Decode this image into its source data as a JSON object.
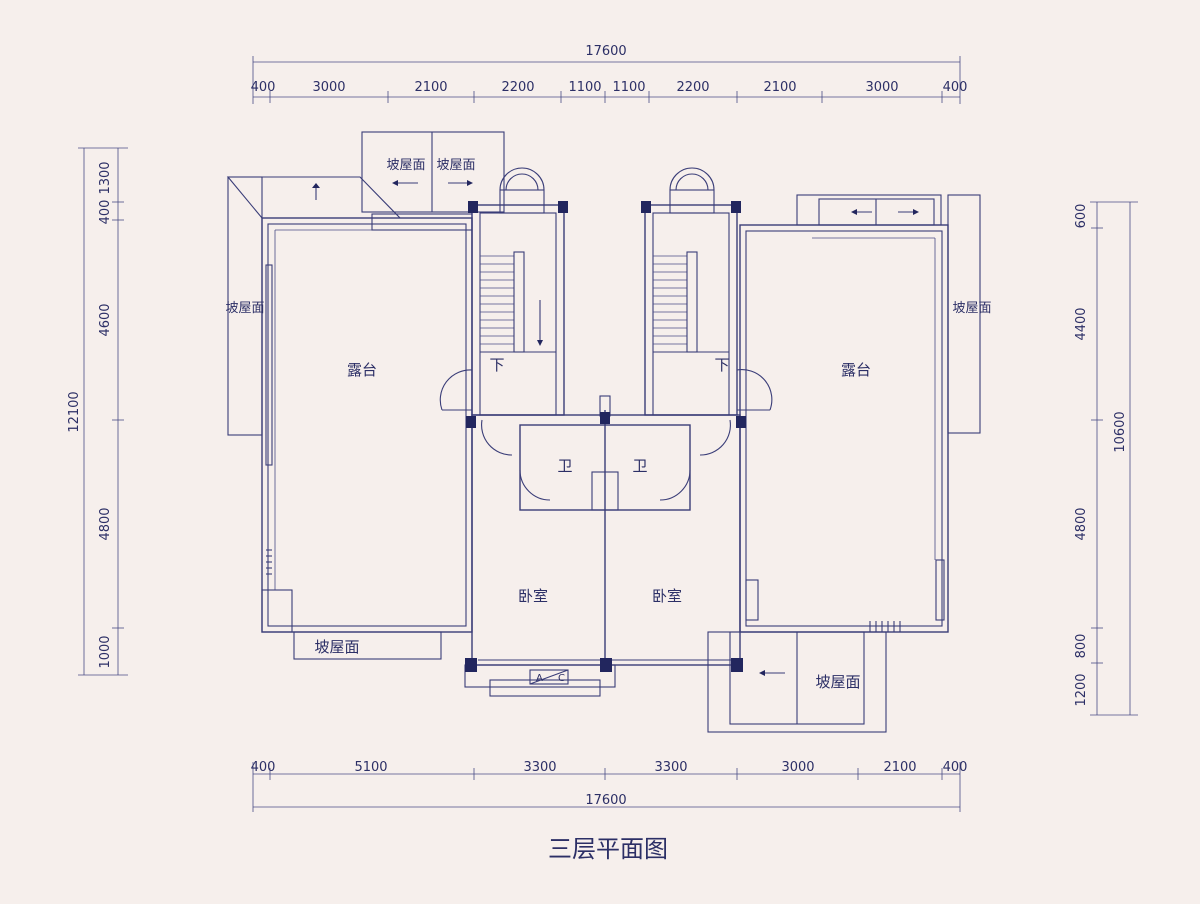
{
  "title": "三层平面图",
  "dimensions": {
    "top_total": "17600",
    "top_segments": [
      "400",
      "3000",
      "2100",
      "2200",
      "1100",
      "1100",
      "2200",
      "2100",
      "3000",
      "400"
    ],
    "bottom_segments": [
      "400",
      "5100",
      "3300",
      "3300",
      "3000",
      "2100",
      "400"
    ],
    "bottom_total": "17600",
    "left_segments": [
      "1300",
      "400",
      "4600",
      "4800",
      "1000"
    ],
    "left_total": "12100",
    "right_segments": [
      "600",
      "4400",
      "4800",
      "800",
      "1200"
    ],
    "right_total": "10600"
  },
  "rooms": {
    "terrace_left": "露台",
    "terrace_right": "露台",
    "bath_left": "卫",
    "bath_right": "卫",
    "bedroom_left": "卧室",
    "bedroom_right": "卧室",
    "stair_down_left": "下",
    "stair_down_right": "下"
  },
  "roof_labels": {
    "top_a": "坡屋面",
    "top_b": "坡屋面",
    "left_side": "坡屋面",
    "right_side": "坡屋面",
    "bottom_left": "坡屋面",
    "bottom_right": "坡屋面"
  },
  "misc": {
    "window_a": "A",
    "window_c": "C"
  }
}
